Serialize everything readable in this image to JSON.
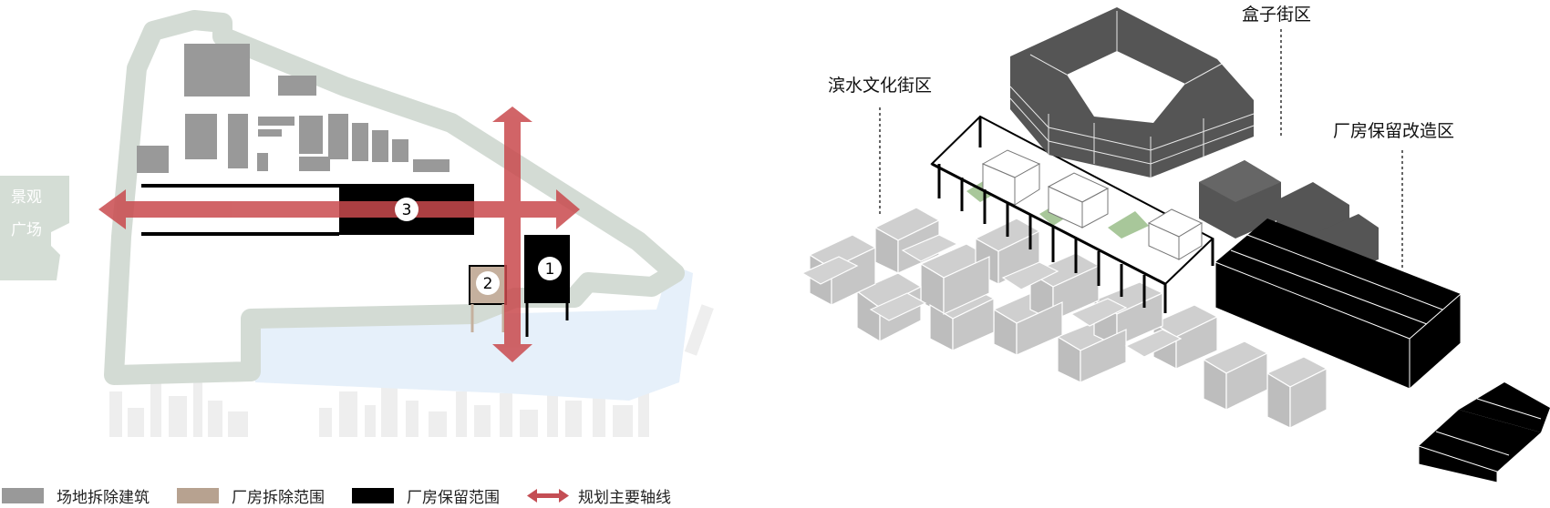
{
  "site_plan": {
    "landscape_square_label_line1": "景观",
    "landscape_square_label_line2": "广场",
    "factory_markers": [
      {
        "number": "1"
      },
      {
        "number": "2"
      },
      {
        "number": "3"
      }
    ]
  },
  "legend": {
    "items": [
      {
        "label": "场地拆除建筑",
        "color": "#999999"
      },
      {
        "label": "厂房拆除范围",
        "color": "#b7a290"
      },
      {
        "label": "厂房保留范围",
        "color": "#000000"
      },
      {
        "label": "规划主要轴线",
        "color": "#c44e54"
      }
    ]
  },
  "axonometric": {
    "labels": {
      "waterfront": "滨水文化街区",
      "box_block": "盒子街区",
      "factory_reuse": "厂房保留改造区"
    }
  },
  "colors": {
    "site_outline": "#d3dbd4",
    "water": "#e6f0fa",
    "demolished_building": "#999999",
    "demolished_factory": "#c5b09e",
    "retained_factory": "#000000",
    "axis": "#c94a4d",
    "dark_building": "#555555",
    "light_building": "#cfcfcf"
  }
}
